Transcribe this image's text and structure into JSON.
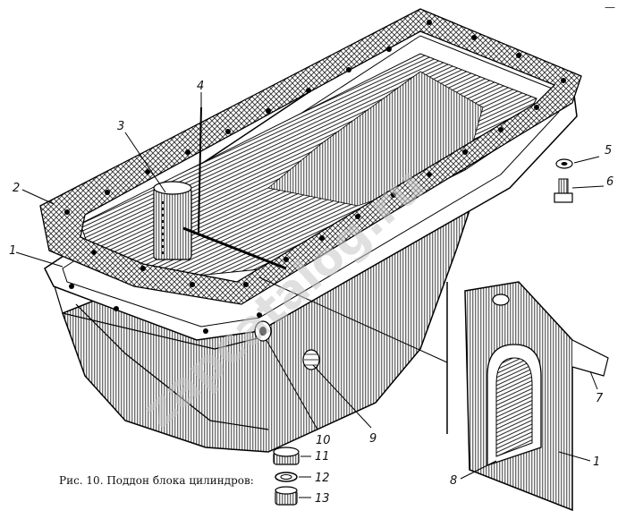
{
  "figure": {
    "caption": "Рис. 10. Поддон блока цилиндров:",
    "corner_mark": "—",
    "watermark": "zapcatalog.ru",
    "callouts": [
      {
        "id": "1",
        "text": "1"
      },
      {
        "id": "2",
        "text": "2"
      },
      {
        "id": "3",
        "text": "3"
      },
      {
        "id": "4",
        "text": "4"
      },
      {
        "id": "5",
        "text": "5"
      },
      {
        "id": "6",
        "text": "6"
      },
      {
        "id": "7",
        "text": "7"
      },
      {
        "id": "8",
        "text": "8"
      },
      {
        "id": "9",
        "text": "9"
      },
      {
        "id": "10",
        "text": "10"
      },
      {
        "id": "11",
        "text": "11"
      },
      {
        "id": "12",
        "text": "12"
      },
      {
        "id": "13",
        "text": "13"
      },
      {
        "id": "1b",
        "text": "1"
      }
    ]
  }
}
